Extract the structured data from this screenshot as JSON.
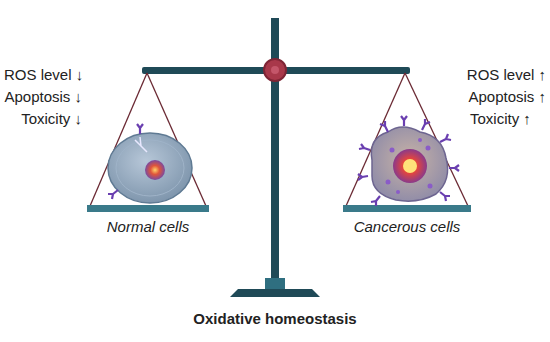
{
  "diagram": {
    "caption": "Oxidative homeostasis",
    "labels": [
      "ROS level ↓",
      "Apoptosis ↓",
      "Toxicity ↓",
      "Normal cells",
      "ROS level ↑",
      "Apoptosis ↑",
      "Toxicity ↑",
      "Cancerous cells"
    ]
  }
}
